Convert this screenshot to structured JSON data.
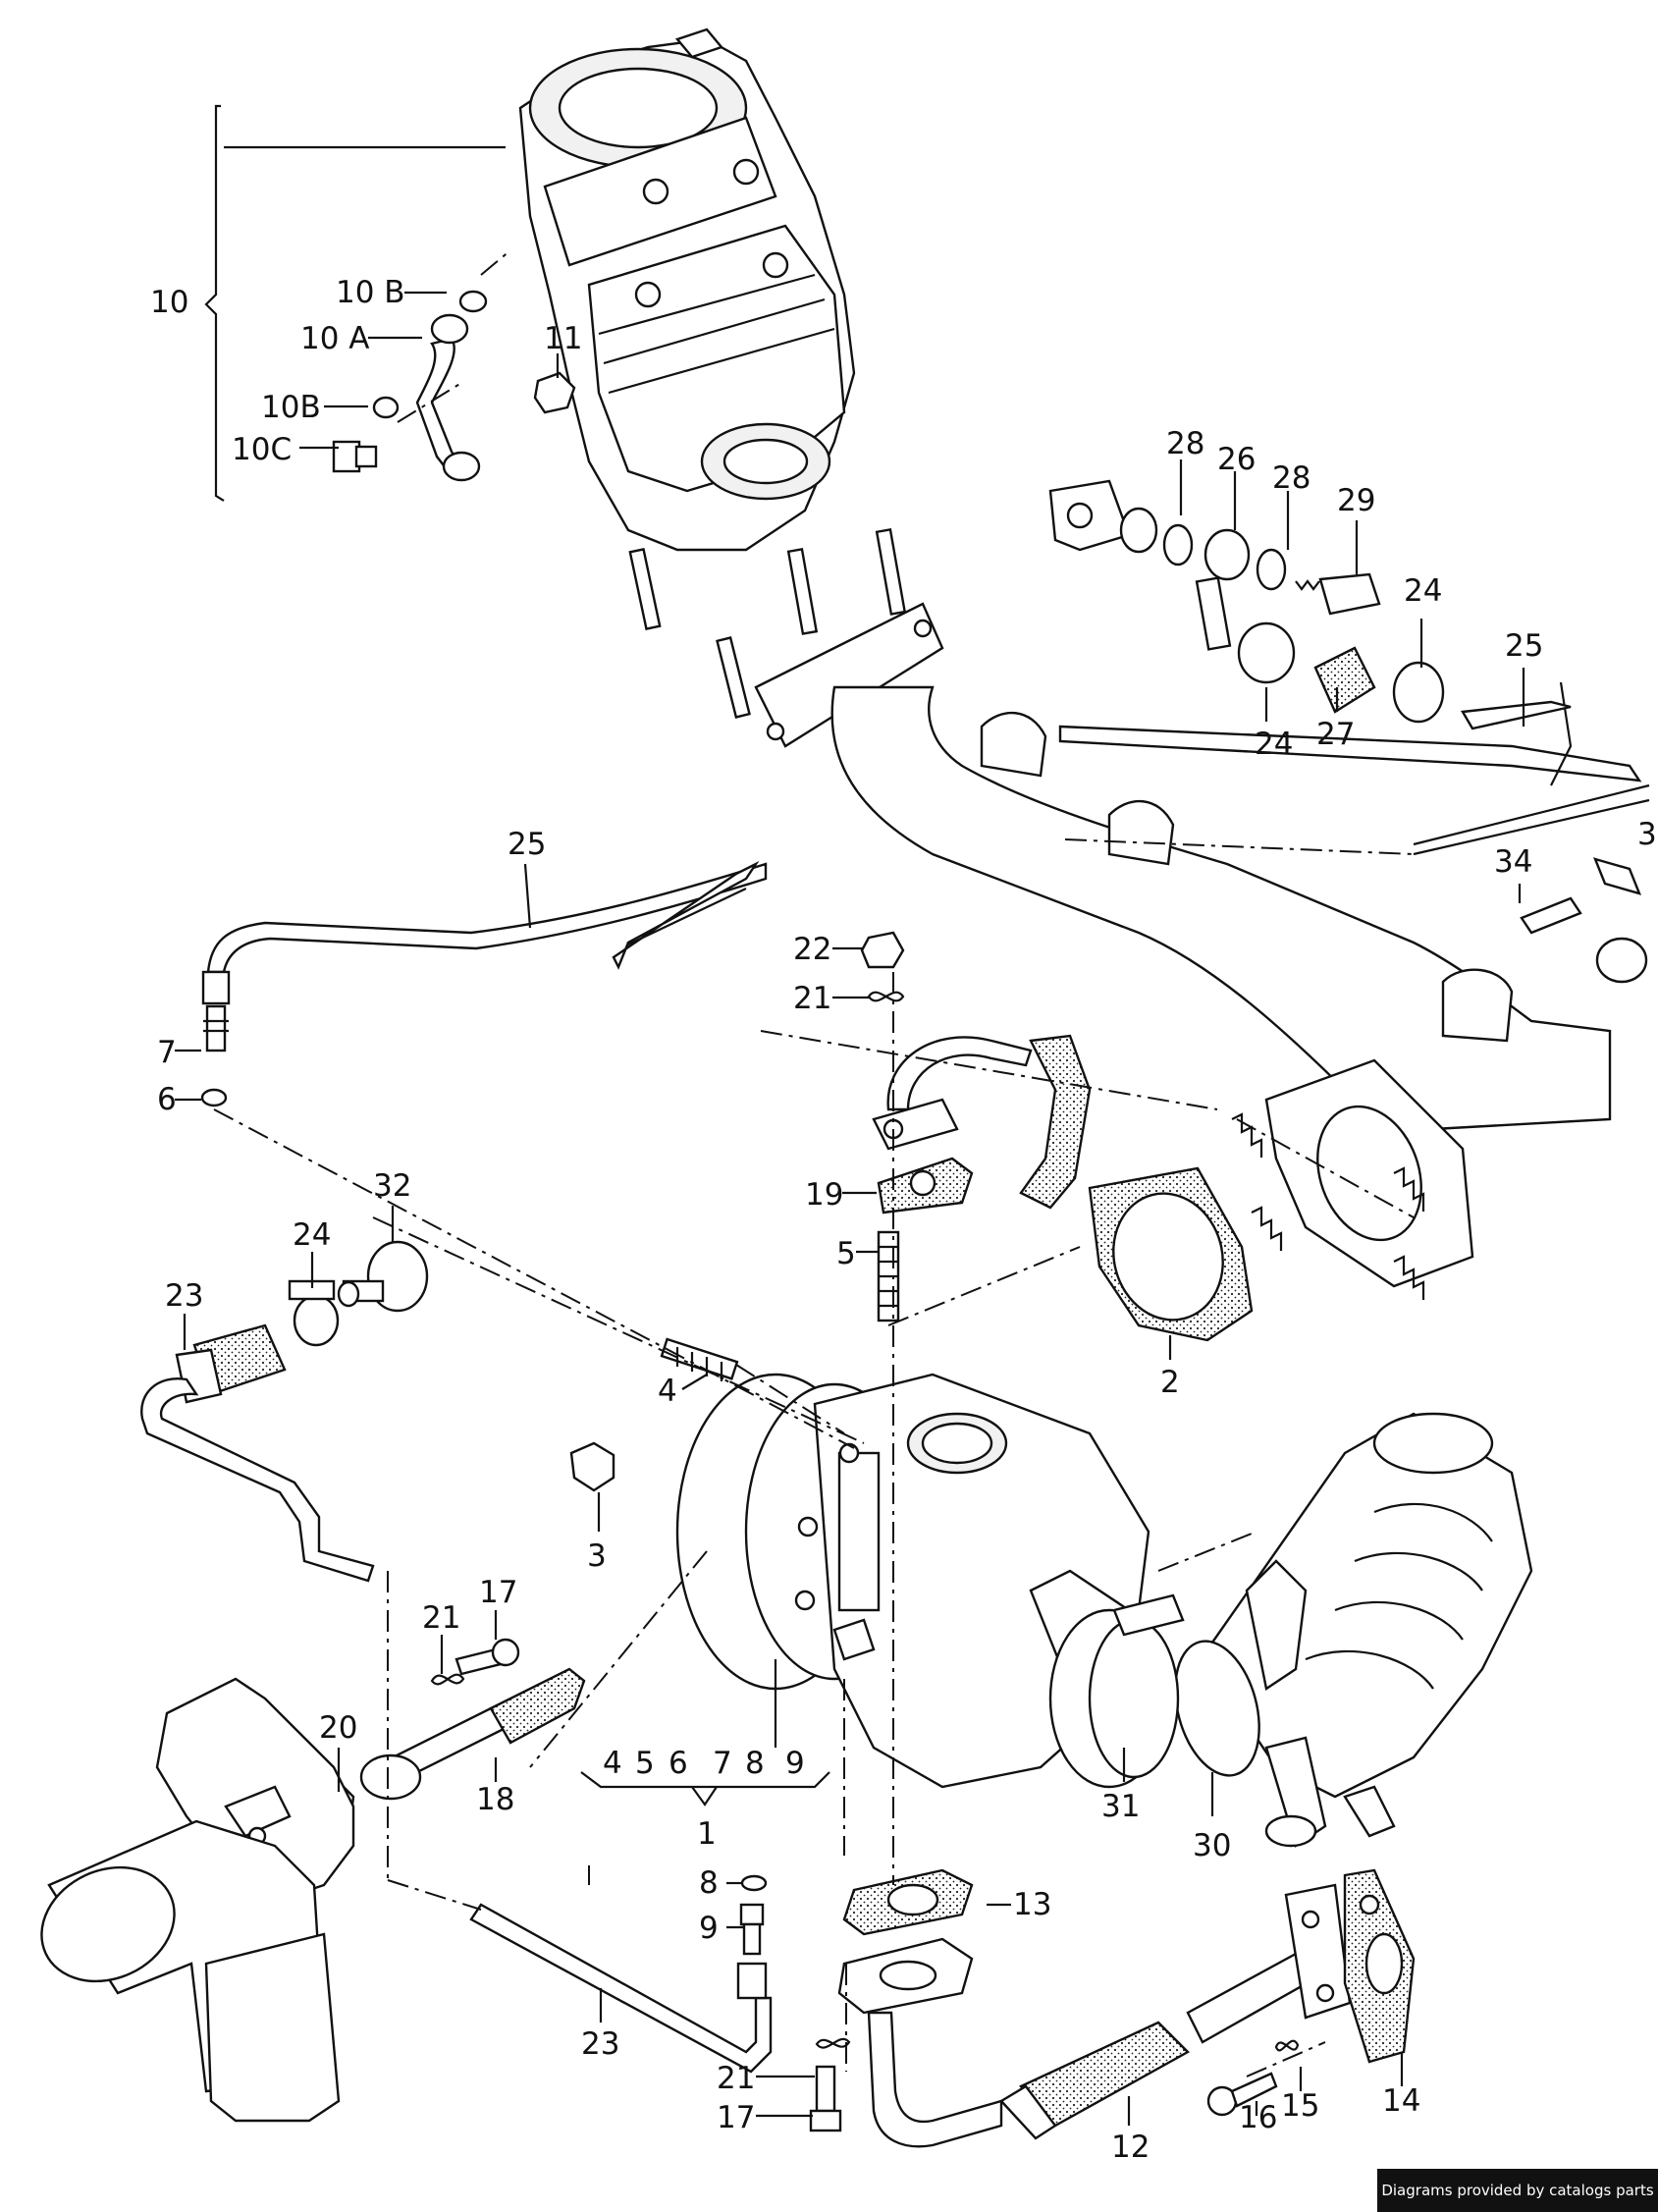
{
  "labels": {
    "l10": "10",
    "l10b_top": "10 B",
    "l10a": "10 A",
    "l10b_bot": "10B",
    "l10c": "10C",
    "l11": "11",
    "l28a": "28",
    "l26": "26",
    "l28b": "28",
    "l29": "29",
    "l24a": "24",
    "l25a": "25",
    "l24b": "24",
    "l27": "27",
    "l3": "3",
    "l34": "34",
    "l25b": "25",
    "l22": "22",
    "l21a": "21",
    "l7a": "7",
    "l6a": "6",
    "l32": "32",
    "l24c": "24",
    "l23a": "23",
    "l19": "19",
    "l5a": "5",
    "l2": "2",
    "l4a": "4",
    "l3b": "3",
    "l21b": "21",
    "l17a": "17",
    "l20": "20",
    "l18": "18",
    "g4": "4",
    "g5": "5",
    "g6": "6",
    "g7": "7",
    "g8": "8",
    "g9": "9",
    "l1": "1",
    "l31": "31",
    "l30": "30",
    "l8b": "8",
    "l9b": "9",
    "l13": "13",
    "l23b": "23",
    "l21c": "21",
    "l17b": "17",
    "l12": "12",
    "l16": "16",
    "l15": "15",
    "l14": "14"
  },
  "footer": {
    "credit": "Diagrams provided by catalogs parts"
  }
}
